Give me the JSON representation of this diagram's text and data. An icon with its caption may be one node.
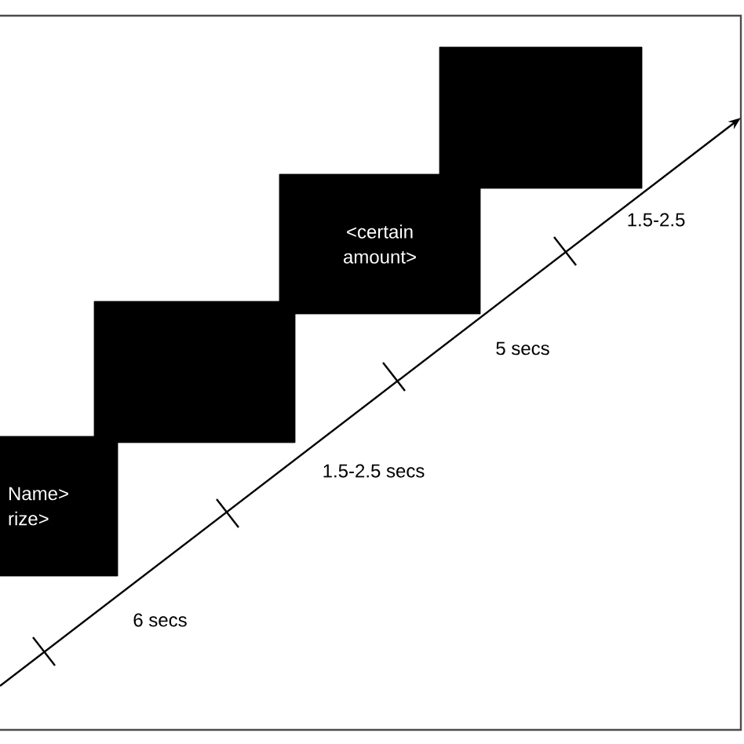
{
  "diagram": {
    "nodes": [
      {
        "text": [
          "Name>",
          "rize>"
        ]
      },
      {
        "text": [],
        "shape": "box"
      },
      {
        "text": [
          "<certain amount>"
        ]
      },
      {
        "text": [],
        "shape": "box"
      }
    ],
    "labels": [
      "6 secs",
      "1.5-2.5 secs",
      "5 secs",
      "1.5-2.5"
    ]
  }
}
